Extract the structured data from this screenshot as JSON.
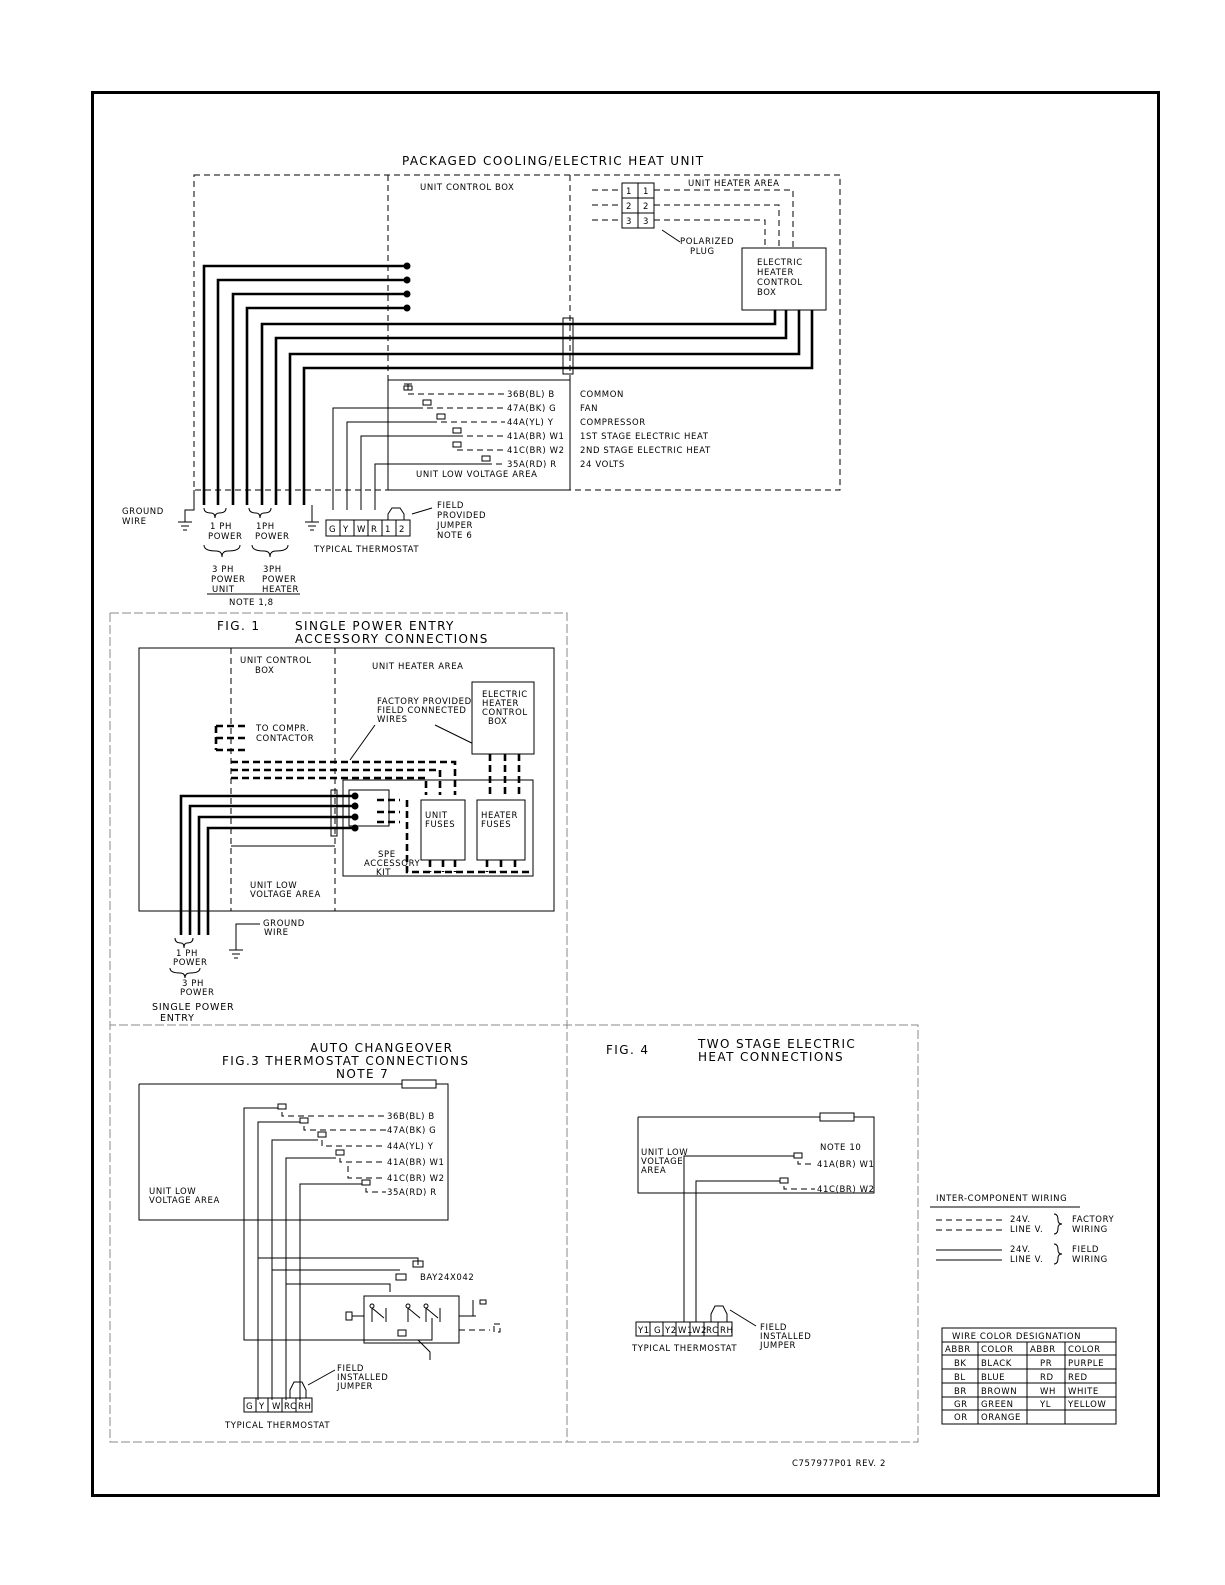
{
  "title": "PACKAGED COOLING/ELECTRIC HEAT UNIT",
  "main": {
    "unit_control_box": "UNIT CONTROL BOX",
    "unit_heater_area": "UNIT HEATER AREA",
    "plug_pins": [
      "1",
      "2",
      "3"
    ],
    "polarized_plug": [
      "POLARIZED",
      "PLUG"
    ],
    "heater_box": [
      "ELECTRIC",
      "HEATER",
      "CONTROL",
      "BOX"
    ],
    "wires": [
      {
        "code": "36B(BL) B",
        "desc": "COMMON"
      },
      {
        "code": "47A(BK) G",
        "desc": "FAN"
      },
      {
        "code": "44A(YL) Y",
        "desc": "COMPRESSOR"
      },
      {
        "code": "41A(BR) W1",
        "desc": "1ST STAGE ELECTRIC HEAT"
      },
      {
        "code": "41C(BR) W2",
        "desc": "2ND STAGE ELECTRIC HEAT"
      },
      {
        "code": "35A(RD) R",
        "desc": "24 VOLTS"
      }
    ],
    "low_voltage_area": "UNIT LOW VOLTAGE AREA",
    "ground_wire": [
      "GROUND",
      "WIRE"
    ],
    "power_1ph_a": [
      "1 PH",
      "POWER"
    ],
    "power_1ph_b": [
      "1PH",
      "POWER"
    ],
    "power_3ph_a": [
      "3 PH",
      "POWER",
      "UNIT"
    ],
    "power_3ph_b": [
      "3PH",
      "POWER",
      "HEATER"
    ],
    "note": "NOTE 1,8",
    "terminals": [
      "G",
      "Y",
      "W",
      "R",
      "1",
      "2"
    ],
    "thermostat": "TYPICAL THERMOSTAT",
    "jumper_note": [
      "FIELD",
      "PROVIDED",
      "JUMPER",
      "NOTE 6"
    ]
  },
  "fig1": {
    "title": [
      "FIG. 1",
      "SINGLE POWER ENTRY",
      "ACCESSORY CONNECTIONS"
    ],
    "unit_control_box": [
      "UNIT CONTROL",
      "BOX"
    ],
    "unit_heater_area": "UNIT HEATER AREA",
    "factory_wires": [
      "FACTORY PROVIDED",
      "FIELD CONNECTED",
      "WIRES"
    ],
    "heater_box": [
      "ELECTRIC",
      "HEATER",
      "CONTROL",
      "BOX"
    ],
    "to_compr": [
      "TO COMPR.",
      "CONTACTOR"
    ],
    "unit_fuses": [
      "UNIT",
      "FUSES"
    ],
    "heater_fuses": [
      "HEATER",
      "FUSES"
    ],
    "spe_kit": [
      "SPE",
      "ACCESSORY",
      "KIT"
    ],
    "low_voltage": [
      "UNIT LOW",
      "VOLTAGE AREA"
    ],
    "ground_wire": [
      "GROUND",
      "WIRE"
    ],
    "power_1ph": [
      "1 PH",
      "POWER"
    ],
    "power_3ph": [
      "3 PH",
      "POWER"
    ],
    "single_power": [
      "SINGLE POWER",
      "ENTRY"
    ]
  },
  "fig3": {
    "title": [
      "AUTO CHANGEOVER",
      "FIG.3  THERMOSTAT CONNECTIONS",
      "NOTE 7"
    ],
    "wires": [
      "36B(BL) B",
      "47A(BK) G",
      "44A(YL) Y",
      "41A(BR) W1",
      "41C(BR) W2",
      "35A(RD) R"
    ],
    "low_voltage": [
      "UNIT LOW",
      "VOLTAGE AREA"
    ],
    "bay": "BAY24X042",
    "jumper": [
      "FIELD",
      "INSTALLED",
      "JUMPER"
    ],
    "terminals": [
      "G",
      "Y",
      "W",
      "RC",
      "RH"
    ],
    "thermostat": "TYPICAL THERMOSTAT"
  },
  "fig4": {
    "title": [
      "FIG. 4",
      "TWO STAGE ELECTRIC",
      "HEAT CONNECTIONS"
    ],
    "low_voltage": [
      "UNIT LOW",
      "VOLTAGE",
      "AREA"
    ],
    "note": "NOTE 10",
    "wires": [
      "41A(BR) W1",
      "41C(BR) W2"
    ],
    "terminals": [
      "Y1",
      "G",
      "Y2",
      "W1",
      "W2",
      "RC",
      "RH"
    ],
    "thermostat": "TYPICAL THERMOSTAT",
    "jumper": [
      "FIELD",
      "INSTALLED",
      "JUMPER"
    ]
  },
  "legend": {
    "title": "INTER-COMPONENT WIRING",
    "v24": "24V.",
    "line_v": "LINE V.",
    "factory": [
      "FACTORY",
      "WIRING"
    ],
    "field": [
      "FIELD",
      "WIRING"
    ]
  },
  "color_table": {
    "title": "WIRE COLOR DESIGNATION",
    "headers": [
      "ABBR",
      "COLOR",
      "ABBR",
      "COLOR"
    ],
    "rows": [
      [
        "BK",
        "BLACK",
        "PR",
        "PURPLE"
      ],
      [
        "BL",
        "BLUE",
        "RD",
        "RED"
      ],
      [
        "BR",
        "BROWN",
        "WH",
        "WHITE"
      ],
      [
        "GR",
        "GREEN",
        "YL",
        "YELLOW"
      ],
      [
        "OR",
        "ORANGE",
        "",
        ""
      ]
    ]
  },
  "drawing_number": "C757977P01 REV. 2"
}
